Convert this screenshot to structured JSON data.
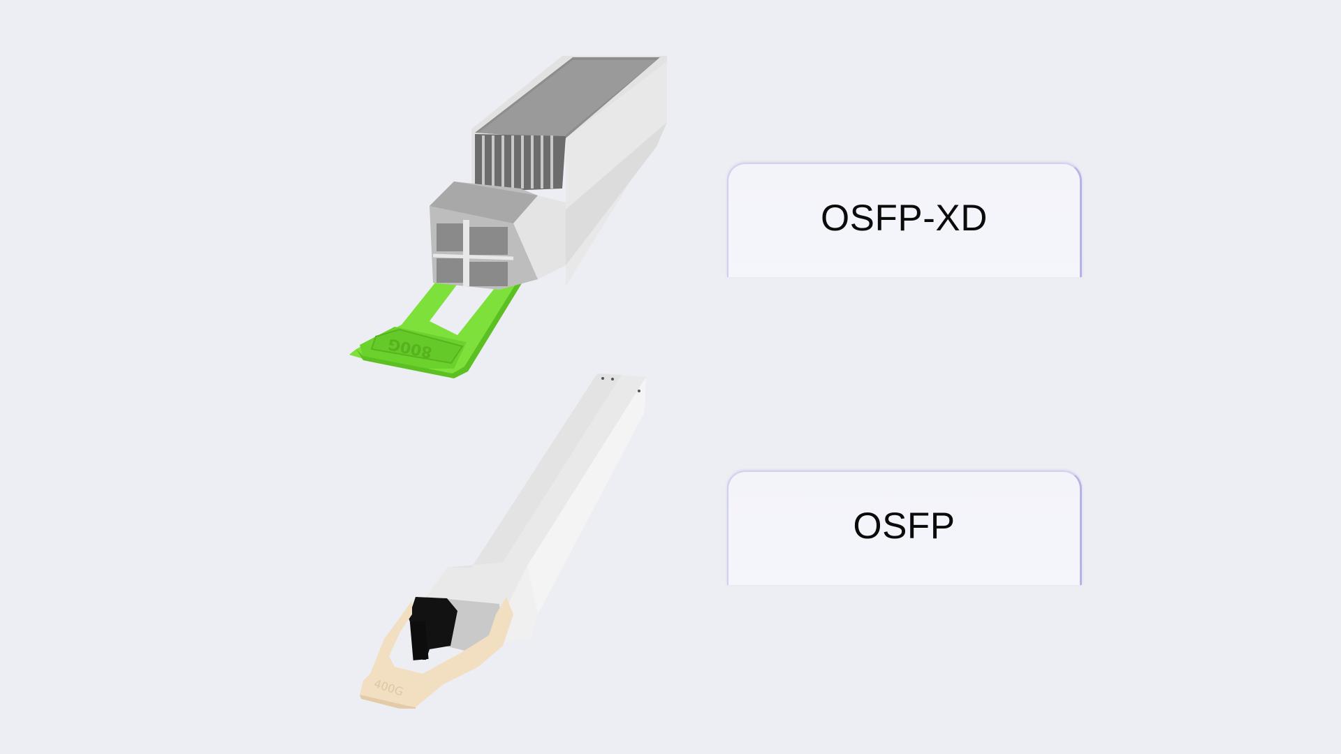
{
  "background_color": "#edeef3",
  "products": [
    {
      "name": "OSFP-XD",
      "pull_tab_label": "800G",
      "pull_tab_color": "#7ee03a",
      "body_color": "#c4c4c4"
    },
    {
      "name": "OSFP",
      "pull_tab_label": "400G",
      "pull_tab_color": "#f3dfc1",
      "body_color": "#e6e6e6"
    }
  ],
  "labels": {
    "osfp_xd": "OSFP-XD",
    "osfp": "OSFP"
  }
}
